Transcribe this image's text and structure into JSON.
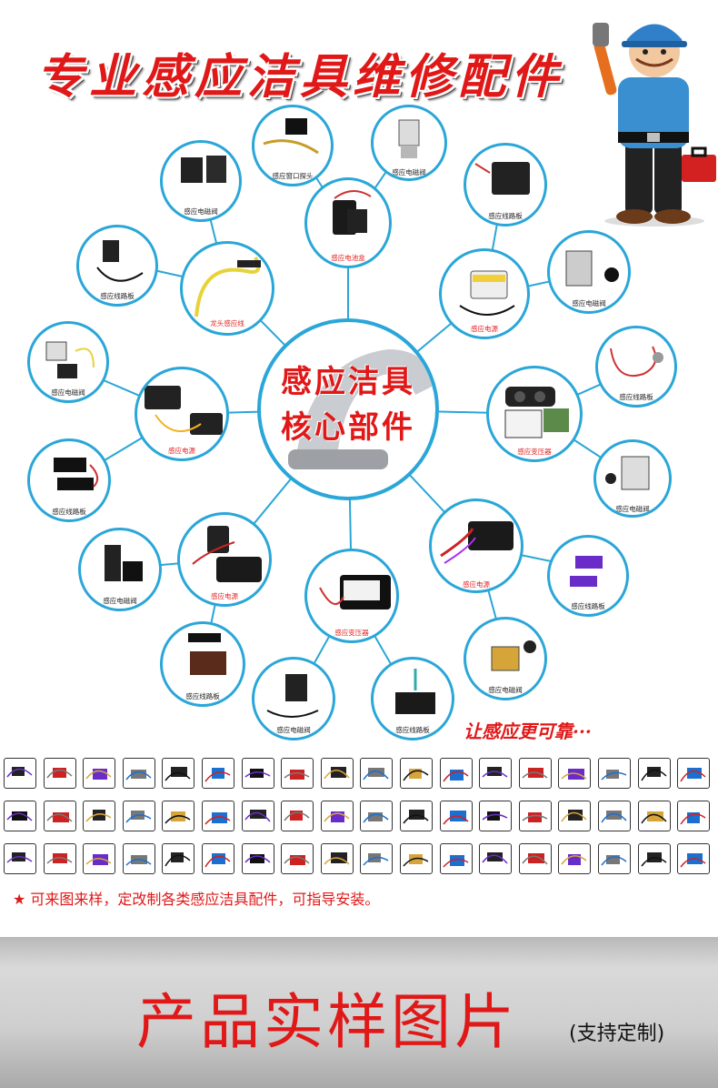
{
  "header": {
    "title": "专业感应洁具维修配件"
  },
  "hub": {
    "line1": "感应洁具",
    "line2": "核心部件"
  },
  "inner_ring": [
    {
      "label": "感应电池盒"
    },
    {
      "label": "感应电源"
    },
    {
      "label": "感应变压器"
    },
    {
      "label": "感应电源"
    },
    {
      "label": "感应变压器"
    },
    {
      "label": "感应电源"
    },
    {
      "label": "感应电源"
    },
    {
      "label": "龙头感应线"
    }
  ],
  "outer_ring": [
    {
      "label": "感应窗口探头"
    },
    {
      "label": "感应电磁阀"
    },
    {
      "label": "感应线路板"
    },
    {
      "label": "感应电磁阀"
    },
    {
      "label": "感应线路板"
    },
    {
      "label": "感应电磁阀"
    },
    {
      "label": "感应线路板"
    },
    {
      "label": "感应电磁阀"
    },
    {
      "label": "感应线路板"
    },
    {
      "label": "感应电磁阀"
    },
    {
      "label": "感应线路板"
    },
    {
      "label": "感应电磁阀"
    },
    {
      "label": "感应线路板"
    },
    {
      "label": "感应电磁阀"
    },
    {
      "label": "感应线路板"
    },
    {
      "label": "感应电磁阀"
    }
  ],
  "tagline": "让感应更可靠···",
  "note": "★ 可来图来样，定改制各类感应洁具配件，可指导安装。",
  "banner": {
    "title": "产品实样图片",
    "subtitle": "(支持定制)"
  },
  "colors": {
    "accent": "#e01818",
    "ring": "#2aa6d8"
  },
  "icons": [
    "mechanic-illustration",
    "faucet-icon",
    "product-thumbnail"
  ]
}
